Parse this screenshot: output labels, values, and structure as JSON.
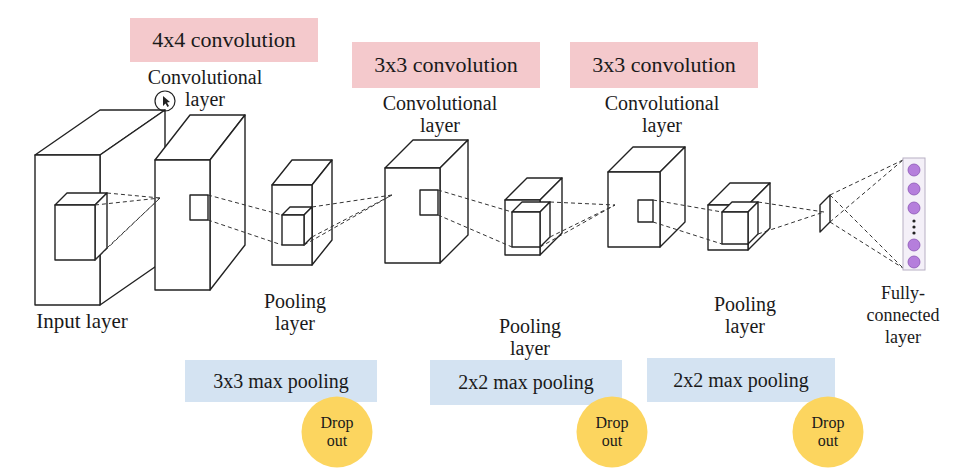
{
  "diagram": {
    "nodes": [
      {
        "text": [
          "4x4 convolution"
        ]
      },
      {
        "text": [
          "3x3 convolution"
        ]
      },
      {
        "text": [
          "3x3 convolution"
        ]
      },
      {
        "text": [
          "3x3 max pooling"
        ]
      },
      {
        "text": [
          "Drop out"
        ]
      },
      {
        "text": [
          "2x2 max pooling"
        ]
      },
      {
        "text": [
          "Drop out"
        ]
      },
      {
        "text": [
          "2x2 max pooling"
        ]
      },
      {
        "text": [
          "Drop out"
        ]
      }
    ],
    "labels": [
      "Convolutional layer",
      "Convolutional layer",
      "Convolutional layer",
      "Input layer",
      "Pooling layer",
      "Pooling layer",
      "Pooling layer",
      "Fully-connected layer"
    ]
  }
}
